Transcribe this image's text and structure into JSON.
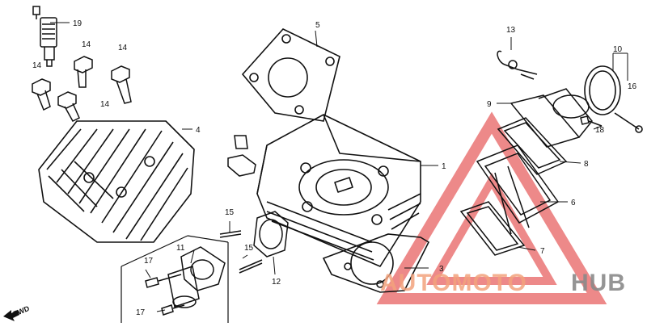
{
  "diagram": {
    "callouts": {
      "c1": "1",
      "c3": "3",
      "c4": "4",
      "c5": "5",
      "c6": "6",
      "c7": "7",
      "c8": "8",
      "c9": "9",
      "c10": "10",
      "c11": "11",
      "c12": "12",
      "c13": "13",
      "c14a": "14",
      "c14b": "14",
      "c14c": "14",
      "c14d": "14",
      "c15a": "15",
      "c15b": "15",
      "c16": "16",
      "c17a": "17",
      "c17b": "17",
      "c18": "18",
      "c19": "19"
    },
    "fwd_label": "FWD"
  },
  "watermark": {
    "text_left": "AUTOMOTO",
    "text_right": "HUB",
    "colors": {
      "accent": "#f2a27c",
      "gray": "#8a8a8a",
      "triangle": "#e86b6b"
    }
  }
}
